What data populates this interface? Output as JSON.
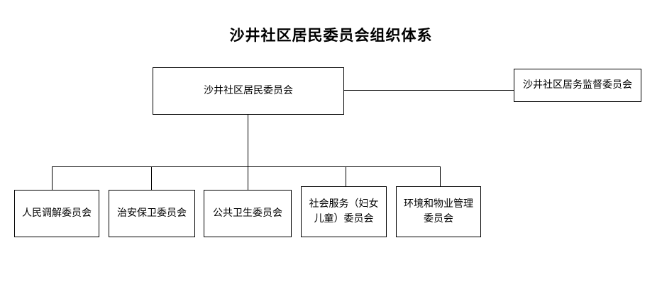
{
  "title": "沙井社区居民委员会组织体系",
  "org": {
    "root": {
      "label": "沙井社区居民委员会"
    },
    "supervisor": {
      "label": "沙井社区居务监督委员会"
    },
    "children": [
      {
        "label": "人民调解委员会"
      },
      {
        "label": "治安保卫委员会"
      },
      {
        "label": "公共卫生委员会"
      },
      {
        "label": "社会服务（妇女儿童）委员会"
      },
      {
        "label": "环境和物业管理委员会"
      }
    ]
  }
}
